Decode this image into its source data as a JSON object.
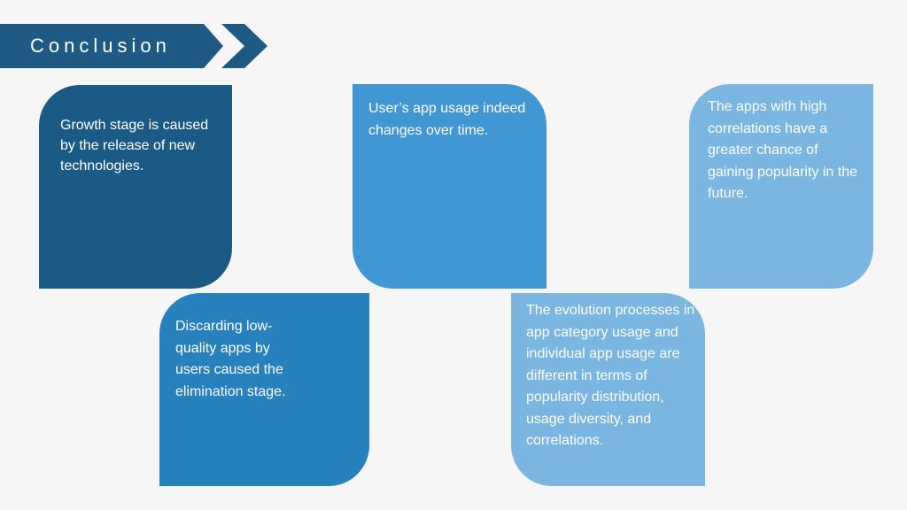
{
  "header": {
    "title": "Conclusion"
  },
  "cards": [
    {
      "text": "Growth stage is caused by the release of new technologies."
    },
    {
      "text": "User’s app usage indeed changes over time."
    },
    {
      "text": "The apps with high correlations have a greater chance of gaining popularity in the future."
    },
    {
      "text": "Discarding low-quality apps by users caused the elimination stage."
    },
    {
      "text": "The evolution processes in app category usage and individual app usage are different in terms of popularity distribution, usage diversity, and correlations."
    }
  ],
  "colors": {
    "banner": "#1e5a84",
    "card_dark": "#1b5a85",
    "card_mid": "#4097d3",
    "card_light": "#7ab6e0",
    "card_medium": "#2681bd",
    "background": "#f6f6f7"
  }
}
